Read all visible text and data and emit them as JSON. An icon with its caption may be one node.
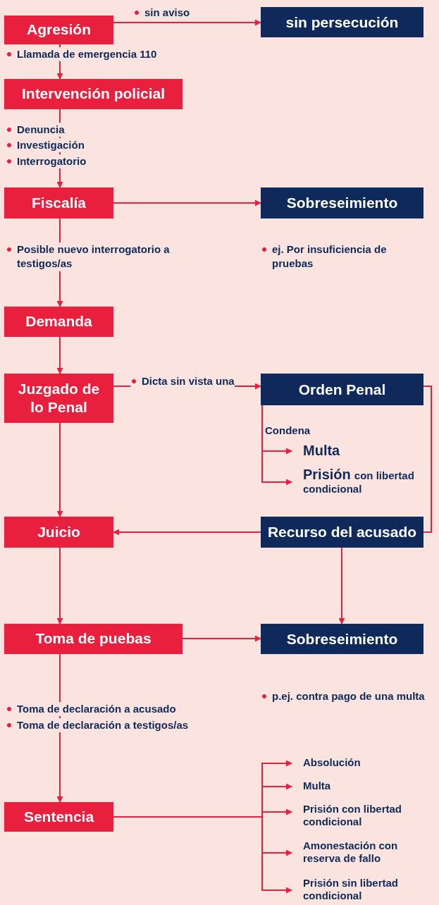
{
  "diagram": {
    "nodes": [
      {
        "text": [
          "Agresión"
        ],
        "beside": [
          "Llamada de emergencia 110"
        ]
      },
      {
        "text": [
          "sin persecución"
        ]
      },
      {
        "text": [
          "Intervención policial"
        ],
        "beside": [
          "Denuncia",
          "Investigación",
          "Interrogatorio"
        ]
      },
      {
        "text": [
          "Fiscalía"
        ],
        "beside": [
          "Posible nuevo interrogatorio a testigos/as"
        ]
      },
      {
        "text": [
          "Sobreseimiento"
        ],
        "beside": [
          "ej. Por insuficiencia de pruebas"
        ]
      },
      {
        "text": [
          "Demanda"
        ]
      },
      {
        "text": [
          "Juzgado de lo Penal"
        ]
      },
      {
        "text": [
          "Orden Penal"
        ]
      },
      {
        "text": [
          "Multa"
        ]
      },
      {
        "text": [
          "Prisión",
          "con libertad condicional"
        ]
      },
      {
        "text": [
          "Juicio"
        ]
      },
      {
        "text": [
          "Recurso del acusado"
        ]
      },
      {
        "text": [
          "Toma de puebas"
        ],
        "beside": [
          "Toma de declaración a acusado",
          "Toma de declaración a testigos/as"
        ]
      },
      {
        "text": [
          "Sobreseimiento"
        ],
        "beside": [
          "p.ej. contra pago de una multa"
        ]
      },
      {
        "text": [
          "Sentencia"
        ]
      },
      {
        "text": [
          "Absolución"
        ]
      },
      {
        "text": [
          "Multa"
        ]
      },
      {
        "text": [
          "Prisión con libertad condicional"
        ]
      },
      {
        "text": [
          "Amonestación con reserva de fallo"
        ]
      },
      {
        "text": [
          "Prisión sin libertad condicional"
        ]
      }
    ],
    "edges": [
      {
        "from": 0,
        "to": 1,
        "arrow": "to",
        "label": "sin aviso"
      },
      {
        "from": 0,
        "to": 2,
        "arrow": "to"
      },
      {
        "from": 2,
        "to": 3,
        "arrow": "to"
      },
      {
        "from": 3,
        "to": 4,
        "arrow": "to"
      },
      {
        "from": 3,
        "to": 5,
        "arrow": "to"
      },
      {
        "from": 5,
        "to": 6,
        "arrow": "to"
      },
      {
        "from": 6,
        "to": 7,
        "arrow": "to",
        "label": "Dicta sin vista una"
      },
      {
        "from": 7,
        "to": 8,
        "arrow": "to"
      },
      {
        "from": 7,
        "to": 9,
        "arrow": "to"
      },
      {
        "from": 7,
        "to": 11,
        "arrow": "none"
      },
      {
        "from": 6,
        "to": 10,
        "arrow": "to"
      },
      {
        "from": 11,
        "to": 10,
        "arrow": "to"
      },
      {
        "from": 10,
        "to": 12,
        "arrow": "to"
      },
      {
        "from": 11,
        "to": 13,
        "arrow": "to"
      },
      {
        "from": 12,
        "to": 13,
        "arrow": "to"
      },
      {
        "from": 12,
        "to": 14,
        "arrow": "to"
      },
      {
        "from": 14,
        "to": 15,
        "arrow": "to"
      },
      {
        "from": 14,
        "to": 16,
        "arrow": "to"
      },
      {
        "from": 14,
        "to": 17,
        "arrow": "to"
      },
      {
        "from": 14,
        "to": 18,
        "arrow": "to"
      },
      {
        "from": 14,
        "to": 19,
        "arrow": "to"
      }
    ],
    "labels": [
      "Condena"
    ]
  }
}
